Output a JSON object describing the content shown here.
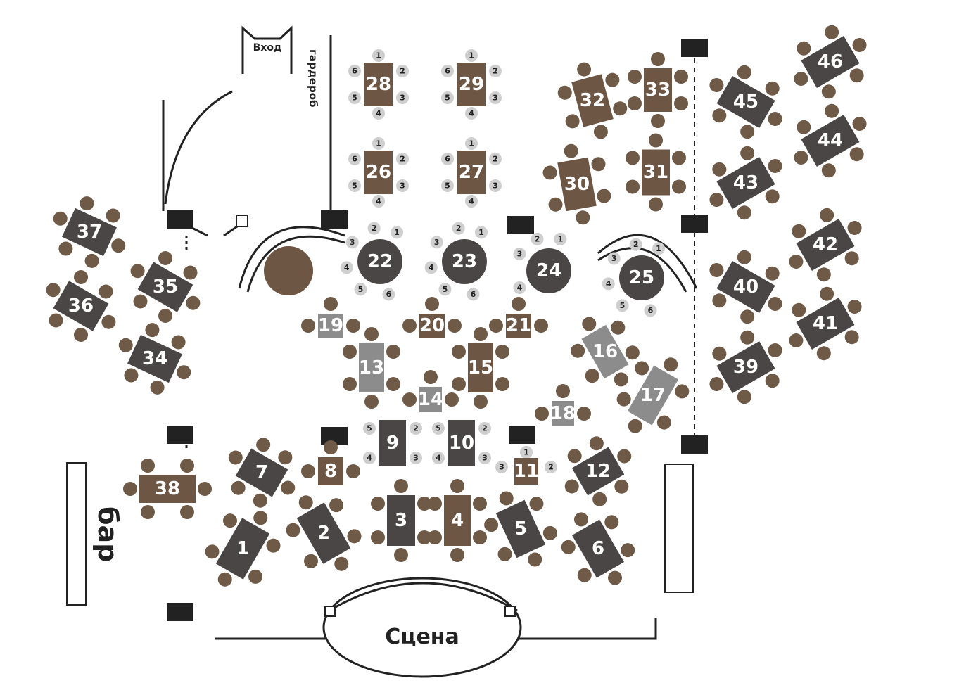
{
  "labels": {
    "entrance": "Вход",
    "cloakroom": "гардероб",
    "stage": "Сцена",
    "bar": "бар"
  },
  "colors": {
    "brown": "#6e5645",
    "gray": "#8c8c8c",
    "dark": "#4a4645",
    "seat": "#6f5a48",
    "seat_numbered": "#cfcfcf",
    "wall": "#222222"
  },
  "seat_numbers": [
    "1",
    "2",
    "3",
    "4",
    "5",
    "6"
  ],
  "tables": [
    {
      "label": "1",
      "tone": "dark"
    },
    {
      "label": "2",
      "tone": "dark"
    },
    {
      "label": "3",
      "tone": "dark"
    },
    {
      "label": "4",
      "tone": "brown"
    },
    {
      "label": "5",
      "tone": "dark"
    },
    {
      "label": "6",
      "tone": "dark"
    },
    {
      "label": "7",
      "tone": "dark"
    },
    {
      "label": "8",
      "tone": "brown"
    },
    {
      "label": "9",
      "tone": "dark"
    },
    {
      "label": "10",
      "tone": "dark"
    },
    {
      "label": "11",
      "tone": "brown"
    },
    {
      "label": "12",
      "tone": "dark"
    },
    {
      "label": "13",
      "tone": "gray"
    },
    {
      "label": "14",
      "tone": "gray"
    },
    {
      "label": "15",
      "tone": "brown"
    },
    {
      "label": "16",
      "tone": "gray"
    },
    {
      "label": "17",
      "tone": "gray"
    },
    {
      "label": "18",
      "tone": "gray"
    },
    {
      "label": "19",
      "tone": "gray"
    },
    {
      "label": "20",
      "tone": "brown"
    },
    {
      "label": "21",
      "tone": "brown"
    },
    {
      "label": "22",
      "tone": "dark"
    },
    {
      "label": "23",
      "tone": "dark"
    },
    {
      "label": "24",
      "tone": "dark"
    },
    {
      "label": "25",
      "tone": "dark"
    },
    {
      "label": "26",
      "tone": "brown"
    },
    {
      "label": "27",
      "tone": "brown"
    },
    {
      "label": "28",
      "tone": "brown"
    },
    {
      "label": "29",
      "tone": "brown"
    },
    {
      "label": "30",
      "tone": "brown"
    },
    {
      "label": "31",
      "tone": "brown"
    },
    {
      "label": "32",
      "tone": "brown"
    },
    {
      "label": "33",
      "tone": "brown"
    },
    {
      "label": "34",
      "tone": "dark"
    },
    {
      "label": "35",
      "tone": "dark"
    },
    {
      "label": "36",
      "tone": "dark"
    },
    {
      "label": "37",
      "tone": "dark"
    },
    {
      "label": "38",
      "tone": "brown"
    },
    {
      "label": "39",
      "tone": "dark"
    },
    {
      "label": "40",
      "tone": "dark"
    },
    {
      "label": "41",
      "tone": "dark"
    },
    {
      "label": "42",
      "tone": "dark"
    },
    {
      "label": "43",
      "tone": "dark"
    },
    {
      "label": "44",
      "tone": "dark"
    },
    {
      "label": "45",
      "tone": "dark"
    },
    {
      "label": "46",
      "tone": "dark"
    },
    {
      "label": "",
      "tone": "brown"
    }
  ]
}
